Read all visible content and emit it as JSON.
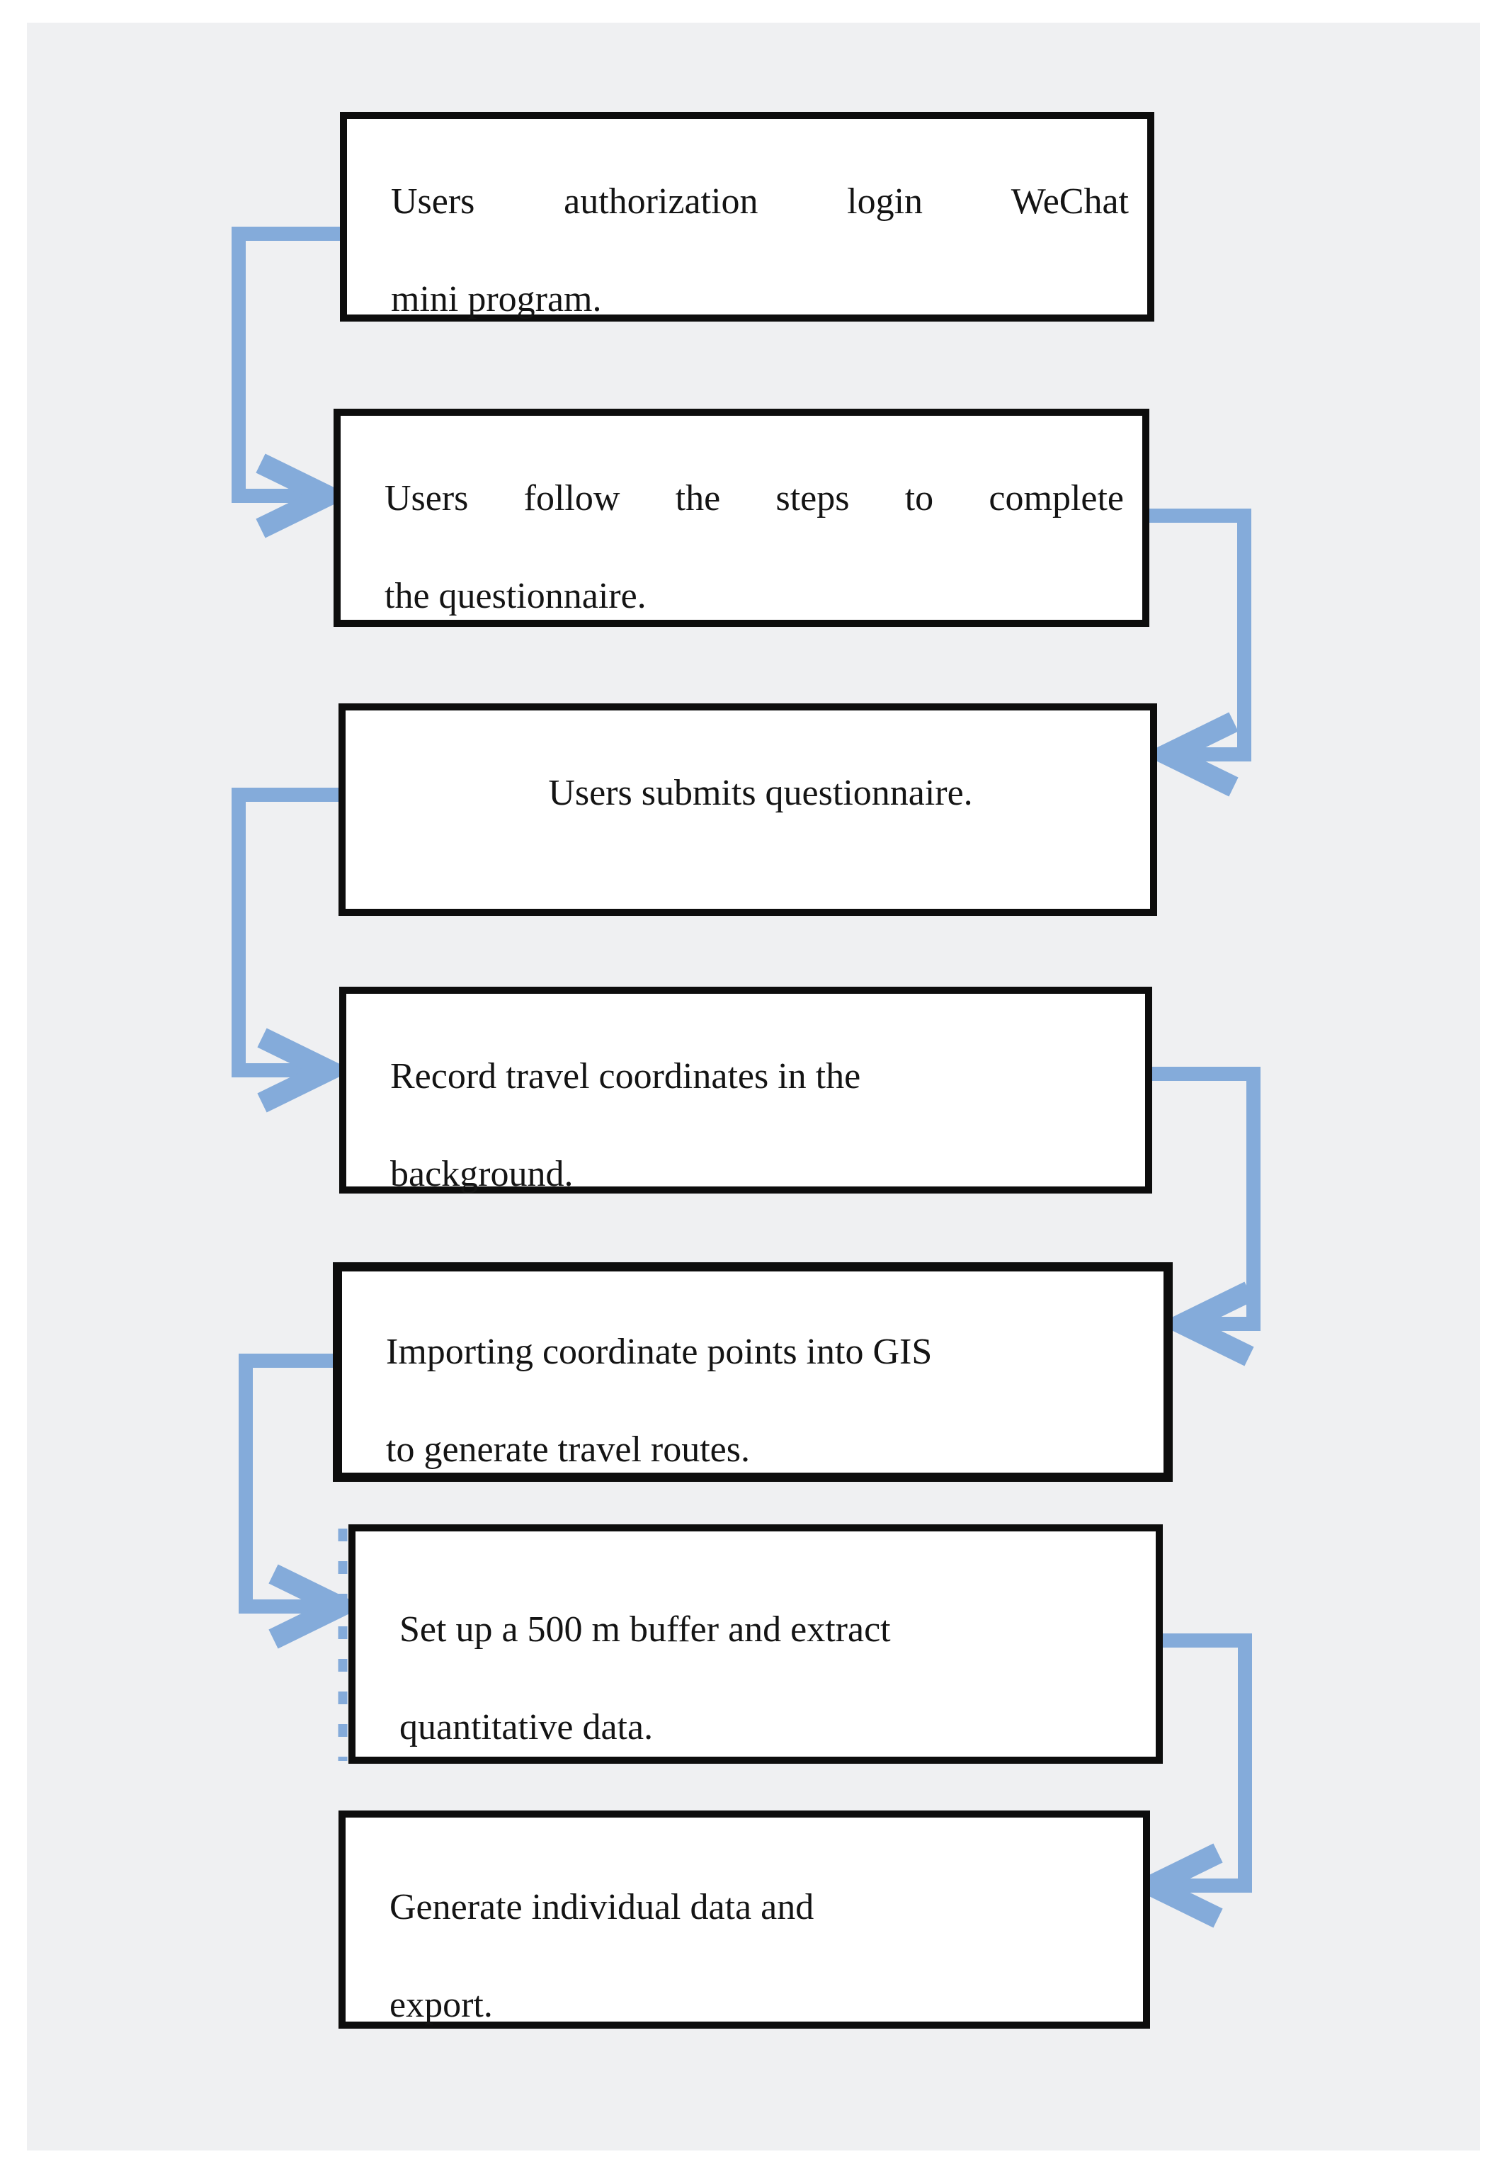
{
  "figure": {
    "page_background": "#ffffff",
    "panel_background": "#eff0f2",
    "box_fill": "#ffffff",
    "box_border_color": "#0d0d0d",
    "text_color": "#141414",
    "connector_color": "#84abda"
  },
  "flowchart": {
    "steps": [
      {
        "label": "Users authorization login WeChat mini program.",
        "lines": [
          "Users authorization login WeChat",
          "mini program."
        ]
      },
      {
        "label": "Users follow the steps to complete the questionnaire.",
        "lines": [
          "Users follow the steps to complete",
          "the questionnaire."
        ]
      },
      {
        "label": "Users submits questionnaire.",
        "lines": [
          "Users submits questionnaire."
        ]
      },
      {
        "label": "Record travel coordinates in the background.",
        "lines": [
          "Record travel coordinates in the",
          "background."
        ]
      },
      {
        "label": "Importing coordinate points into GIS to generate travel routes.",
        "lines": [
          "Importing coordinate points into GIS",
          "to generate travel routes."
        ]
      },
      {
        "label": "Set up a 500 m buffer and extract quantitative data.",
        "lines": [
          "Set up a 500 m buffer and extract",
          "quantitative data."
        ]
      },
      {
        "label": "Generate individual data and export.",
        "lines": [
          "Generate individual data and",
          "export."
        ]
      }
    ]
  }
}
